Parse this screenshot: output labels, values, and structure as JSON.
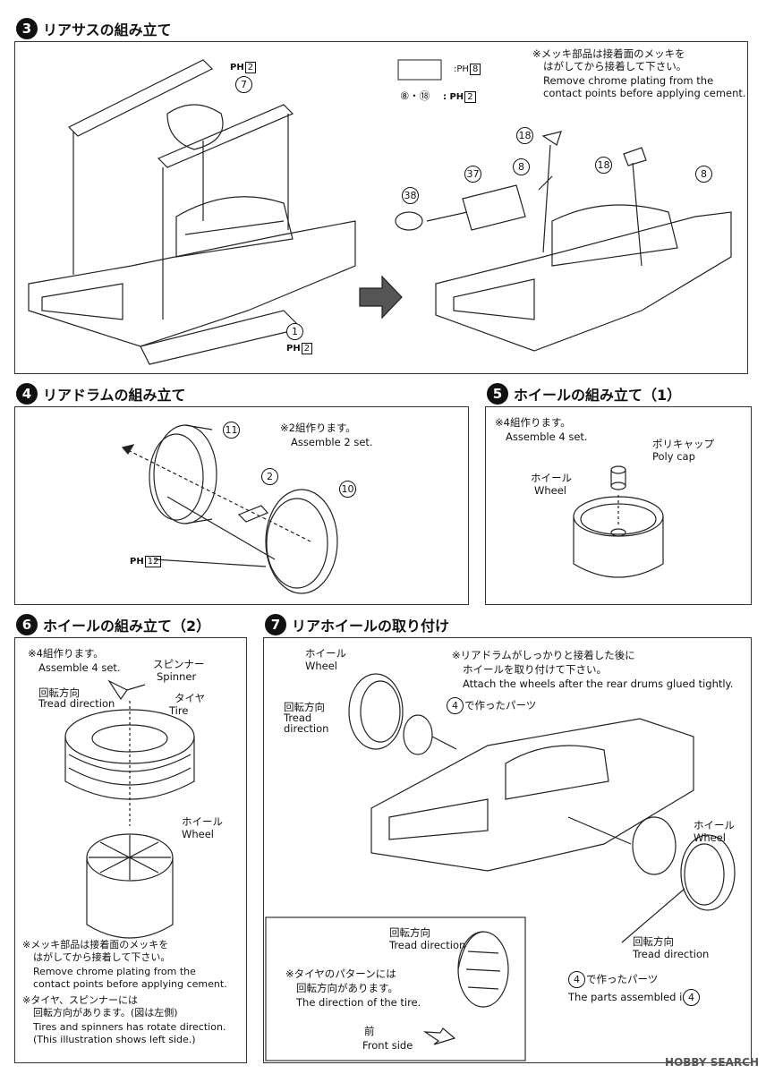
{
  "s3": {
    "num": "3",
    "title": "リアサスの組み立て",
    "note_jp_1": "※メッキ部品は接着面のメッキを",
    "note_jp_2": "はがしてから接着して下さい。",
    "note_en_1": "Remove chrome plating from the",
    "note_en_2": "contact points before applying cement.",
    "legend_ph": "PH",
    "legend_ph_num": "8",
    "legend_parts": "⑧・⑱",
    "legend_ph2_num": "2",
    "part_7": "7",
    "part_1": "1",
    "ph_a": "2",
    "ph_b": "2",
    "part_18a": "18",
    "part_8a": "8",
    "part_18b": "18",
    "part_8b": "8",
    "part_37": "37",
    "part_38": "38"
  },
  "s4": {
    "num": "4",
    "title": "リアドラムの組み立て",
    "note_jp": "※2組作ります。",
    "note_en": "Assemble 2 set.",
    "part_11": "11",
    "part_2": "2",
    "part_10": "10",
    "ph": "12"
  },
  "s5": {
    "num": "5",
    "title": "ホイールの組み立て（1）",
    "note_jp": "※4組作ります。",
    "note_en": "Assemble 4 set.",
    "polycap_jp": "ポリキャップ",
    "polycap_en": "Poly cap",
    "wheel_jp": "ホイール",
    "wheel_en": "Wheel"
  },
  "s6": {
    "num": "6",
    "title": "ホイールの組み立て（2）",
    "note_jp": "※4組作ります。",
    "note_en": "Assemble 4 set.",
    "spinner_jp": "スピンナー",
    "spinner_en": "Spinner",
    "tread_jp": "回転方向",
    "tread_en": "Tread direction",
    "tire_jp": "タイヤ",
    "tire_en": "Tire",
    "wheel_jp": "ホイール",
    "wheel_en": "Wheel",
    "chrome_jp_1": "※メッキ部品は接着面のメッキを",
    "chrome_jp_2": "はがしてから接着して下さい。",
    "chrome_en_1": "Remove chrome plating from the",
    "chrome_en_2": "contact points before applying cement.",
    "rot_jp": "※タイヤ、スピンナーには",
    "rot_jp_2": "回転方向があります。(図は左側)",
    "rot_en_1": "Tires and spinners has rotate direction.",
    "rot_en_2": "(This illustration shows left side.)"
  },
  "s7": {
    "num": "7",
    "title": "リアホイールの取り付け",
    "wheel_jp": "ホイール",
    "wheel_en": "Wheel",
    "tread_jp": "回転方向",
    "tread_en_1": "Tread",
    "tread_en_2": "direction",
    "note_jp_1": "※リアドラムがしっかりと接着した後に",
    "note_jp_2": "ホイールを取り付けて下さい。",
    "note_en": "Attach the wheels after the rear drums glued tightly.",
    "made_in_4": "で作ったパーツ",
    "made_num": "4",
    "wheel2_jp": "ホイール",
    "wheel2_en": "Wheel",
    "tread2_jp": "回転方向",
    "tread2_en": "Tread direction",
    "made2_num": "4",
    "made2_jp": "で作ったパーツ",
    "made2_en": "The parts assembled in",
    "made2_en_num": "4",
    "inset_tread_jp": "回転方向",
    "inset_tread_en": "Tread direction",
    "inset_note_jp_1": "※タイヤのパターンには",
    "inset_note_jp_2": "回転方向があります。",
    "inset_note_en": "The direction of the tire.",
    "front_jp": "前",
    "front_en": "Front side"
  },
  "watermark": "HOBBY SEARCH"
}
